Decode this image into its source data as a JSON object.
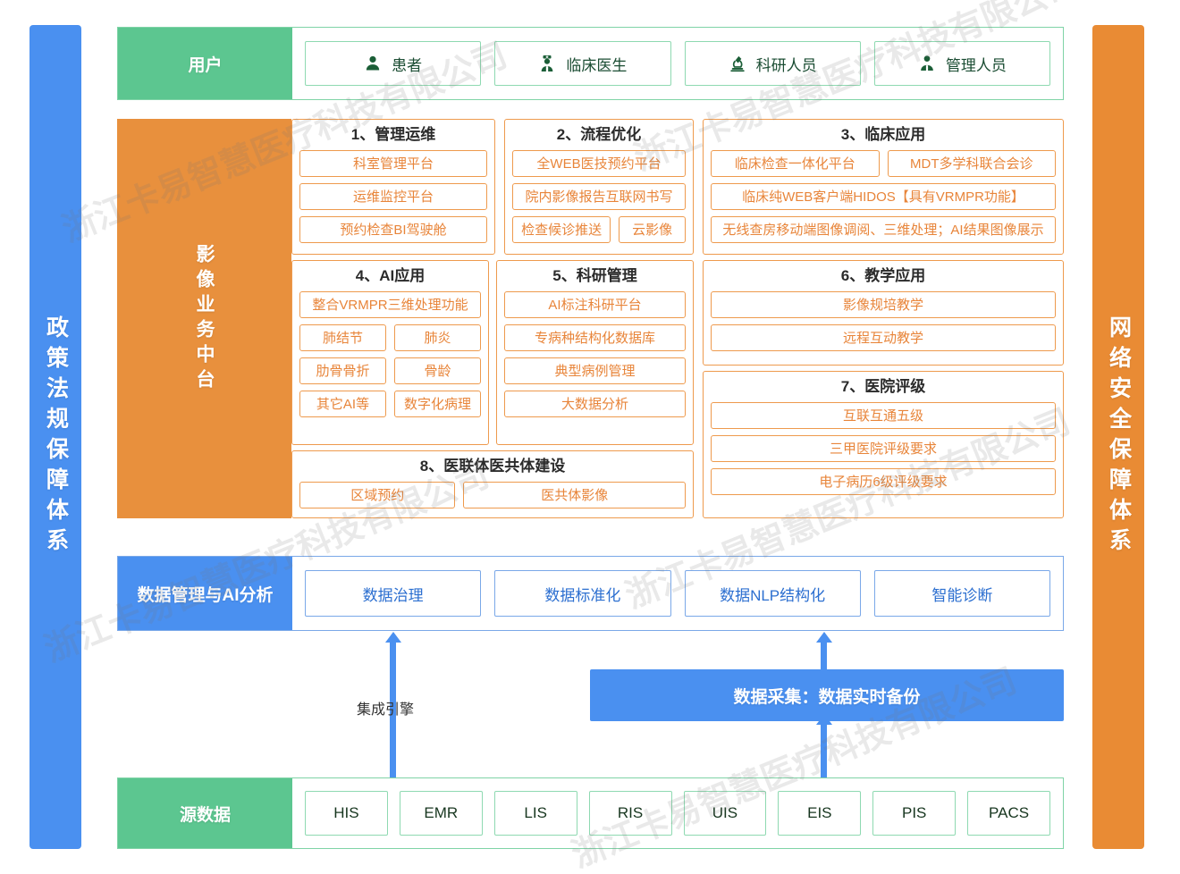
{
  "colors": {
    "green": "#5CC690",
    "green_border": "#8ED9B1",
    "orange": "#E8903D",
    "orange_border": "#EE9A4D",
    "orange_text": "#E8853A",
    "blue": "#4A90F0",
    "blue_border": "#7AA8E8",
    "blue_text": "#2C6FD0"
  },
  "watermark": {
    "text": "浙江卡易智慧医疗科技有限公司"
  },
  "pillars": {
    "left": {
      "text": "政策法规保障体系"
    },
    "right": {
      "text": "网络安全保障体系"
    }
  },
  "user_row": {
    "label": "用户",
    "cards": [
      {
        "icon": "patient-icon",
        "label": "患者"
      },
      {
        "icon": "doctor-icon",
        "label": "临床医生"
      },
      {
        "icon": "microscope-icon",
        "label": "科研人员"
      },
      {
        "icon": "administrator-icon",
        "label": "管理人员"
      }
    ]
  },
  "mid_row": {
    "label": "影像业务中台",
    "sections": [
      {
        "id": "s1",
        "title": "1、管理运维",
        "rows": [
          [
            "科室管理平台"
          ],
          [
            "运维监控平台"
          ],
          [
            "预约检查BI驾驶舱"
          ]
        ]
      },
      {
        "id": "s2",
        "title": "2、流程优化",
        "rows": [
          [
            "全WEB医技预约平台"
          ],
          [
            "院内影像报告互联网书写"
          ],
          [
            "检查候诊推送",
            "云影像"
          ]
        ]
      },
      {
        "id": "s3",
        "title": "3、临床应用",
        "rows": [
          [
            "临床检查一体化平台",
            "MDT多学科联合会诊"
          ],
          [
            "临床纯WEB客户端HIDOS【具有VRMPR功能】"
          ],
          [
            "无线查房移动端图像调阅、三维处理；AI结果图像展示"
          ]
        ]
      },
      {
        "id": "s4",
        "title": "4、AI应用",
        "rows": [
          [
            "整合VRMPR三维处理功能"
          ],
          [
            "肺结节",
            "肺炎"
          ],
          [
            "肋骨骨折",
            "骨龄"
          ],
          [
            "其它AI等",
            "数字化病理"
          ]
        ]
      },
      {
        "id": "s5",
        "title": "5、科研管理",
        "rows": [
          [
            "AI标注科研平台"
          ],
          [
            "专病种结构化数据库"
          ],
          [
            "典型病例管理"
          ],
          [
            "大数据分析"
          ]
        ]
      },
      {
        "id": "s6",
        "title": "6、教学应用",
        "rows": [
          [
            "影像规培教学"
          ],
          [
            "远程互动教学"
          ]
        ]
      },
      {
        "id": "s7",
        "title": "7、医院评级",
        "rows": [
          [
            "互联互通五级"
          ],
          [
            "三甲医院评级要求"
          ],
          [
            "电子病历6级评级要求"
          ]
        ]
      },
      {
        "id": "s8",
        "title": "8、医联体医共体建设",
        "rows": [
          [
            "区域预约",
            "医共体影像"
          ]
        ]
      }
    ]
  },
  "data_row": {
    "label": "数据管理与AI分析",
    "cards": [
      "数据治理",
      "数据标准化",
      "数据NLP结构化",
      "智能诊断"
    ]
  },
  "connectors": {
    "integration_engine_label": "集成引擎",
    "capture_bar_label": "数据采集：数据实时备份"
  },
  "source_row": {
    "label": "源数据",
    "cards": [
      "HIS",
      "EMR",
      "LIS",
      "RIS",
      "UIS",
      "EIS",
      "PIS",
      "PACS"
    ]
  }
}
